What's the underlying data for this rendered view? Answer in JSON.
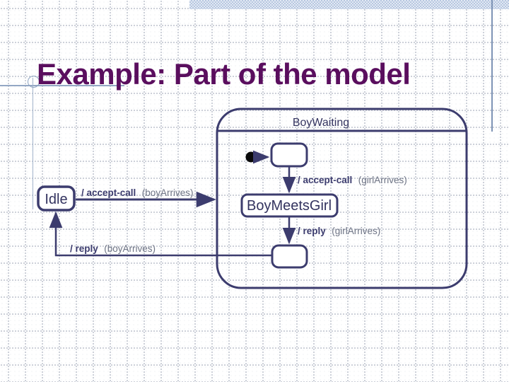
{
  "slide": {
    "title": "Example: Part of the model"
  },
  "diagram": {
    "composite": {
      "label": "BoyWaiting"
    },
    "states": {
      "idle": {
        "label": "Idle"
      },
      "meets": {
        "label": "BoyMeetsGirl"
      }
    },
    "transitions": {
      "accept_boy": {
        "action": "/ accept-call",
        "param": "(boyArrives)"
      },
      "accept_girl": {
        "action": "/ accept-call",
        "param": "(girlArrives)"
      },
      "reply_girl": {
        "action": "/ reply",
        "param": "(girlArrives)"
      },
      "reply_boy": {
        "action": "/ reply",
        "param": "(boyArrives)"
      }
    }
  },
  "colors": {
    "title_text": "#5a0e5e",
    "diagram_stroke": "#3c3c6e",
    "state_text": "#33335f",
    "param_text": "#6d7384",
    "initial_dot": "#0a0a0a",
    "banner_blue": "#b7c7e0",
    "guide_line": "#8fa5c2",
    "grid_dot": "#969eb0"
  }
}
